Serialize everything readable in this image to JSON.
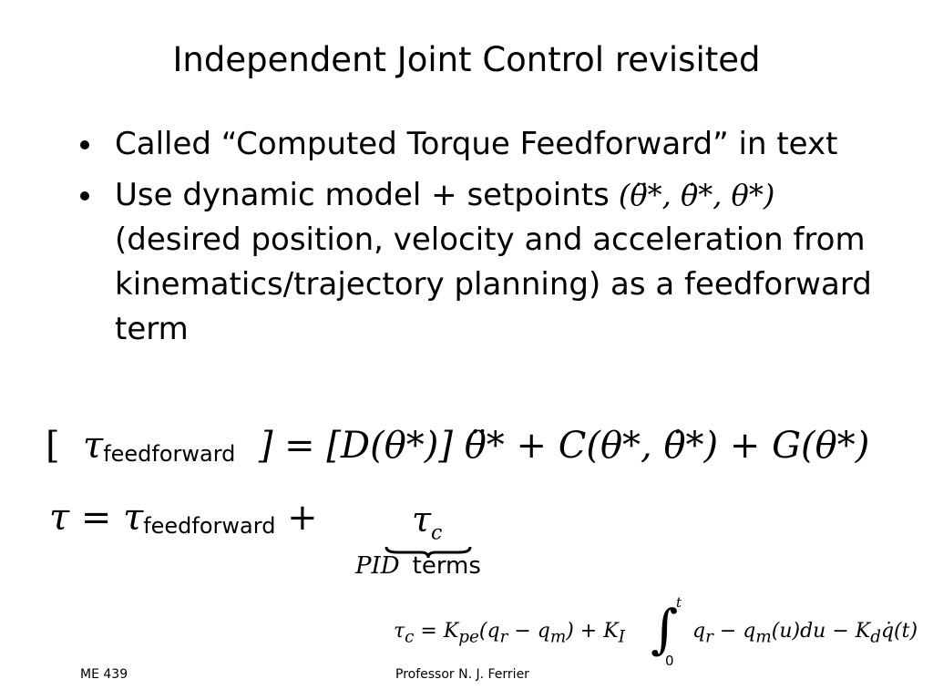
{
  "title": "Independent Joint Control revisited",
  "bullets": [
    {
      "text": "Called “Computed Torque Feedforward” in text"
    },
    {
      "text": "Use dynamic model + setpoints",
      "math": "(θ̈*, θ̇*, θ*)",
      "continuation": "(desired position, velocity and acceleration from kinematics/trajectory planning) as a feedforward term"
    }
  ],
  "equation1": {
    "lhs_open": "[",
    "tau": "τ",
    "sub": "feedforward",
    "rhs": "] = [D(θ*)] θ̈* + C(θ*, θ̇*) + G(θ*)"
  },
  "equation2": {
    "lhs": "τ = τ",
    "sub": "feedforward",
    "plus": " +",
    "tau_c": "τ",
    "tau_c_sub": "c",
    "brace_pid": "PID",
    "brace_terms": "terms"
  },
  "equation3": {
    "lhs": "τ",
    "lhs_sub": "c",
    "part1": " = K",
    "kpe_sub": "pe",
    "part2": "(q",
    "qr_sub": "r",
    "part3": " − q",
    "qm_sub": "m",
    "part4": ") + K",
    "ki_sub": "I",
    "integral_sign": "∫",
    "upper_limit": "t",
    "lower_limit": "0",
    "rest1": "q",
    "rest_qr_sub": "r",
    "rest2": " − q",
    "rest_qm_sub": "m",
    "rest3": "(u)du − K",
    "kd_sub": "d",
    "rest4": "q̇(t)"
  },
  "footer": {
    "left": "ME 439",
    "center": "Professor N. J. Ferrier"
  }
}
